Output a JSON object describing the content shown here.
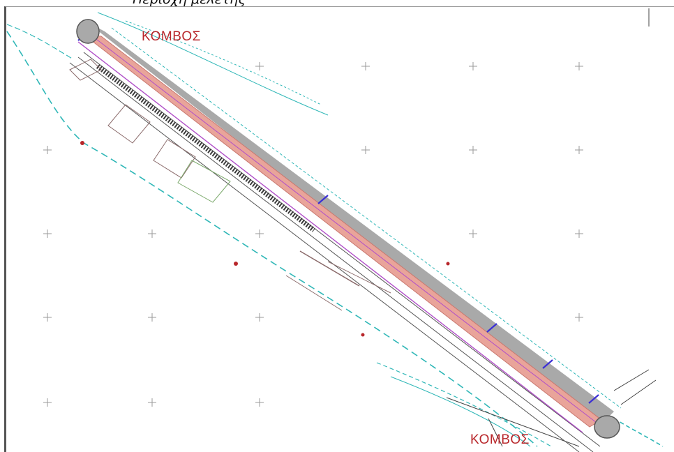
{
  "caption": "Περιοχή μελέτης",
  "nodes": {
    "top_label": "ΚΟΜΒΟΣ",
    "bottom_label": "ΚΟΜΒΟΣ"
  },
  "colors": {
    "road_fill": "#e9a49a",
    "road_edge": "#8a8a8a",
    "rail": "#4b4b4b",
    "survey_cyan": "#2fb7b7",
    "magenta": "#b04fc8",
    "label_red": "#b8272b",
    "cross_marks": "#9a9a9a",
    "node_circle": "#a9a9a9",
    "section_marks": "#3b2fd6"
  }
}
